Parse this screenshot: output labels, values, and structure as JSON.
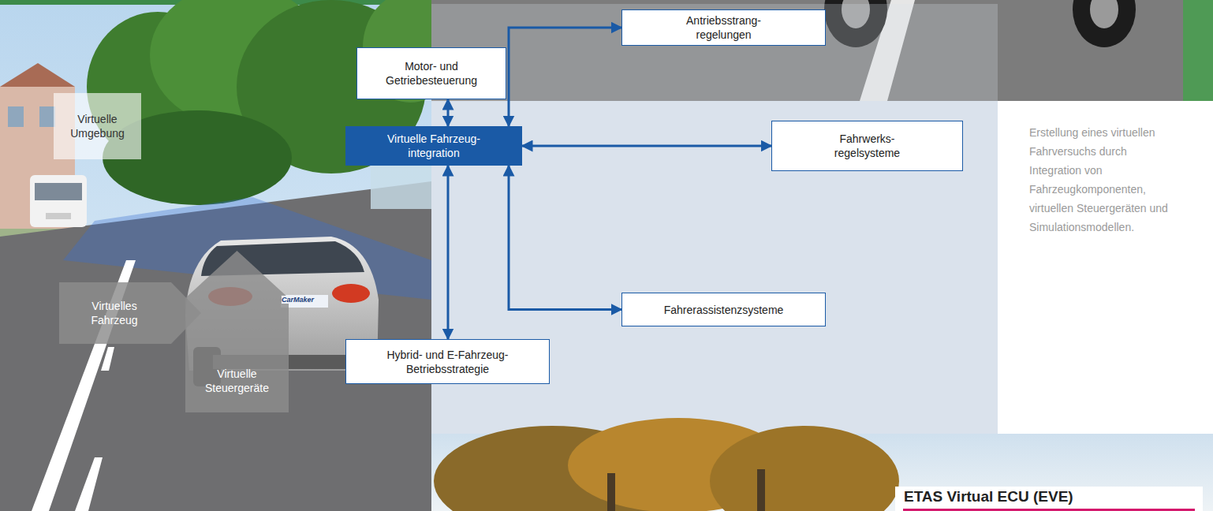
{
  "diagram": {
    "caption": "Erstellung eines virtuellen Fahrversuchs durch Integration von Fahrzeugkomponenten, virtuellen Steuergeräten und Simulationsmodellen.",
    "nodes": [
      {
        "text": [
          "Motor- und Getriebesteuerung"
        ]
      },
      {
        "text": [
          "Antriebsstrang- regelungen"
        ]
      },
      {
        "text": [
          "Virtuelle Fahrzeug- integration"
        ]
      },
      {
        "text": [
          "Fahrwerks- regelsysteme"
        ]
      },
      {
        "text": [
          "Fahrerassistenzsysteme"
        ]
      },
      {
        "text": [
          "Hybrid- und E-Fahrzeug- Betriebsstrategie"
        ]
      },
      {
        "text": [
          "Virtuelle Umgebung"
        ]
      },
      {
        "text": [
          "Virtuelles Fahrzeug"
        ]
      },
      {
        "text": [
          "Virtuelle Steuergeräte"
        ]
      }
    ],
    "edges": [
      {
        "from": 0,
        "to": 2,
        "arrow": "both"
      },
      {
        "from": 2,
        "to": 1,
        "arrow": "both"
      },
      {
        "from": 2,
        "to": 3,
        "arrow": "both"
      },
      {
        "from": 2,
        "to": 4,
        "arrow": "both"
      },
      {
        "from": 2,
        "to": 5,
        "arrow": "both"
      }
    ],
    "labels": [
      "CarMaker",
      "ETAS Virtual ECU (EVE)"
    ]
  }
}
